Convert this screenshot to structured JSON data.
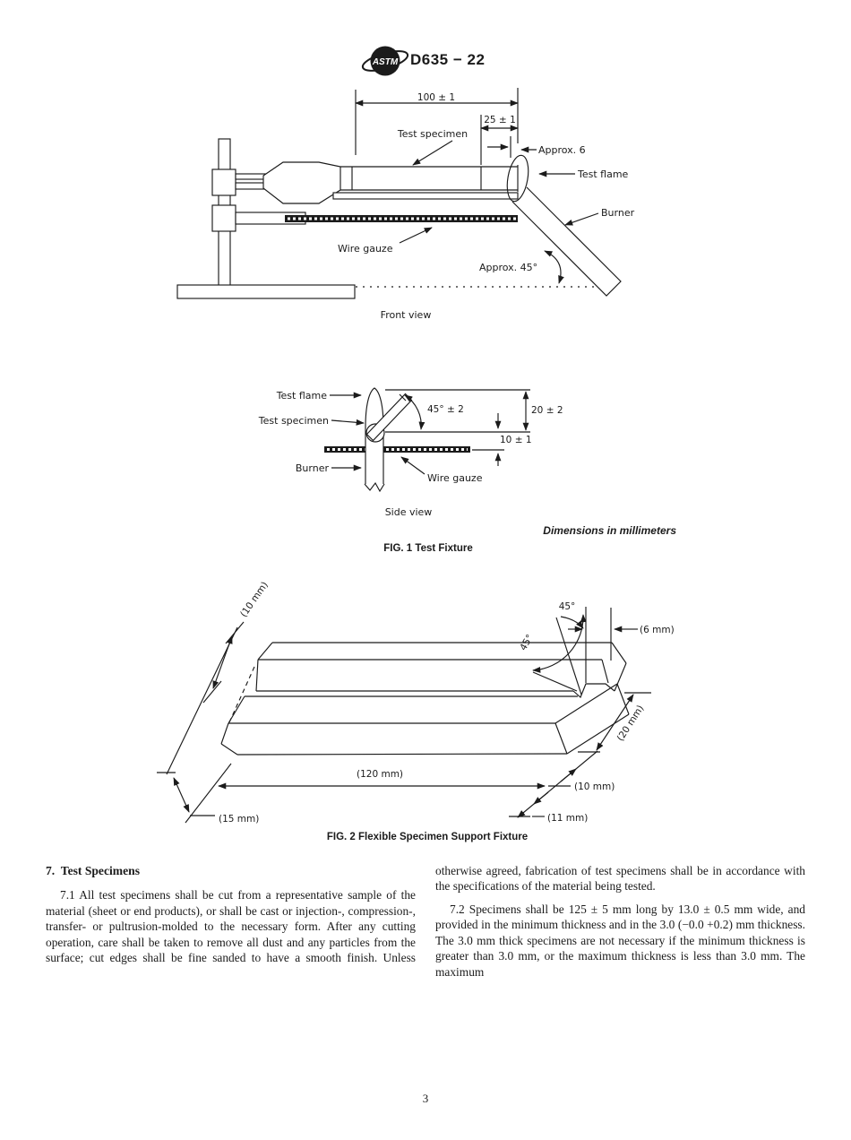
{
  "header": {
    "logo_text": "ASTM",
    "title": "D635 − 22"
  },
  "fig1": {
    "front": {
      "dim_100": "100 ± 1",
      "dim_25": "25 ± 1",
      "test_specimen": "Test specimen",
      "approx_6": "Approx. 6",
      "test_flame": "Test flame",
      "burner": "Burner",
      "wire_gauze": "Wire gauze",
      "approx_45": "Approx. 45°",
      "caption": "Front view"
    },
    "side": {
      "test_flame": "Test flame",
      "test_specimen": "Test specimen",
      "burner": "Burner",
      "wire_gauze": "Wire gauze",
      "dim_angle": "45° ± 2",
      "dim_20": "20 ± 2",
      "dim_10": "10 ± 1",
      "caption": "Side view"
    },
    "units_note": "Dimensions in millimeters",
    "caption": "FIG. 1 Test Fixture"
  },
  "fig2": {
    "dim_10_top": "(10 mm)",
    "dim_45_a": "45°",
    "dim_45_b": "45°",
    "dim_6": "(6 mm)",
    "dim_120": "(120 mm)",
    "dim_20": "(20 mm)",
    "dim_10_right": "(10 mm)",
    "dim_11": "(11 mm)",
    "dim_15": "(15 mm)",
    "caption": "FIG. 2 Flexible Specimen Support Fixture"
  },
  "section": {
    "heading": "7.  Test Specimens",
    "para_7_1": "7.1 All test specimens shall be cut from a representative sample of the material (sheet or end products), or shall be cast or injection-, compression-, transfer- or pultrusion-molded to the necessary form. After any cutting operation, care shall be taken to remove all dust and any particles from the surface; cut edges shall be fine sanded to have a smooth finish. Unless",
    "para_cont": "otherwise agreed, fabrication of test specimens shall be in accordance with the specifications of the material being tested.",
    "para_7_2": "7.2 Specimens shall be 125 ± 5 mm long by 13.0 ± 0.5 mm wide, and provided in the minimum thickness and in the 3.0 (−0.0 +0.2) mm thickness. The 3.0 mm thick specimens are not necessary if the minimum thickness is greater than 3.0 mm, or the maximum thickness is less than 3.0 mm. The maximum"
  },
  "footer": {
    "page_number": "3"
  }
}
